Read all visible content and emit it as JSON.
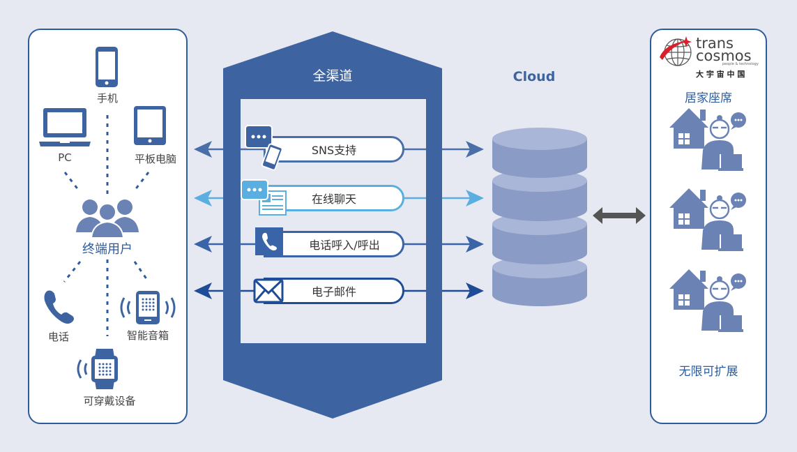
{
  "left_panel": {
    "devices": [
      {
        "icon": "smartphone-icon",
        "label": "手机"
      },
      {
        "icon": "laptop-icon",
        "label": "PC"
      },
      {
        "icon": "tablet-icon",
        "label": "平板电脑"
      },
      {
        "icon": "telephone-icon",
        "label": "电话"
      },
      {
        "icon": "smart-speaker-icon",
        "label": "智能音箱"
      },
      {
        "icon": "smartwatch-icon",
        "label": "可穿戴设备"
      }
    ],
    "center_label": "终端用户"
  },
  "omnichannel": {
    "title": "全渠道",
    "channels": [
      {
        "label": "SNS支持",
        "icon": "sns-chat-icon",
        "color": "#4a6fa8"
      },
      {
        "label": "在线聊天",
        "icon": "live-chat-icon",
        "color": "#5aaee0"
      },
      {
        "label": "电话呼入/呼出",
        "icon": "phone-call-icon",
        "color": "#3a64a8"
      },
      {
        "label": "电子邮件",
        "icon": "email-icon",
        "color": "#1e4c96"
      }
    ]
  },
  "cloud": {
    "title": "Cloud"
  },
  "right_panel": {
    "logo_line1": "trans",
    "logo_line2": "cosmos",
    "logo_tagline": "people & technology",
    "logo_cn": "大 宇 宙 中 国",
    "title": "居家座席",
    "agents_count": 3,
    "footer": "无限可扩展"
  },
  "colors": {
    "primary": "#3d64a0",
    "panel_border": "#2d5c9c",
    "icon_fill": "#6a82b4",
    "db_body": "#8a9cc6",
    "db_top": "#a9b6d8",
    "background": "#e6e8f2"
  }
}
